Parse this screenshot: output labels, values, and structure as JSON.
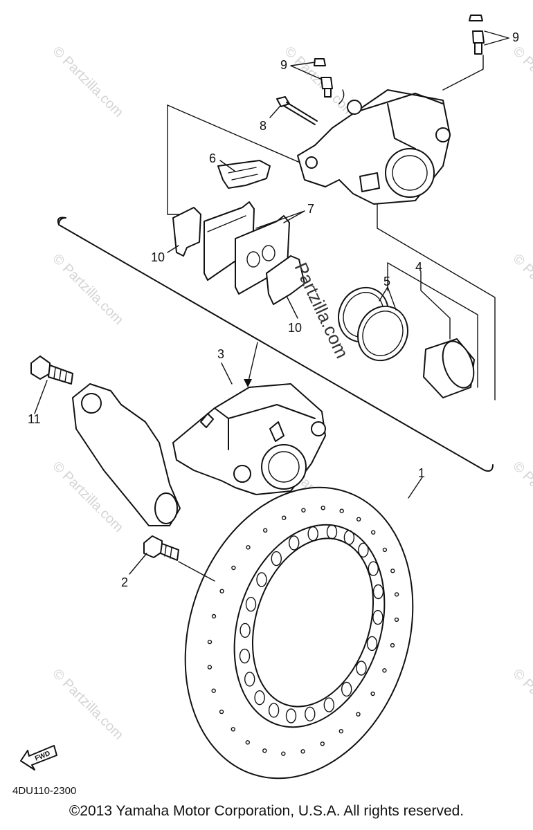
{
  "callouts": {
    "c1": "1",
    "c2": "2",
    "c3": "3",
    "c4": "4",
    "c5": "5",
    "c6": "6",
    "c7": "7",
    "c8": "8",
    "c9a": "9",
    "c9b": "9",
    "c10a": "10",
    "c10b": "10",
    "c11": "11"
  },
  "watermark": "© Partzilla.com",
  "center_watermark": "Partzilla.com",
  "fwd_label": "FWD",
  "diagram_code": "4DU110-2300",
  "copyright": "©2013  Yamaha Motor Corporation, U.S.A. All rights reserved."
}
